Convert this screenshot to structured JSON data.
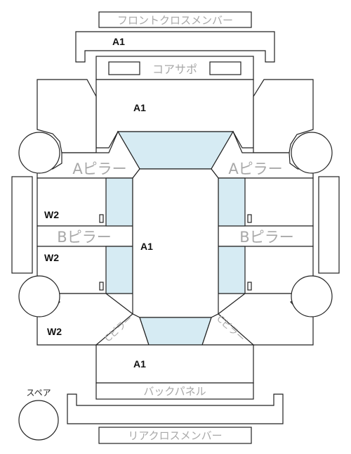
{
  "labels": {
    "front_cross_member": "フロントクロスメンバー",
    "rear_cross_member": "リアクロスメンバー",
    "core_support": "コアサポ",
    "back_panel": "バックパネル",
    "a_pillar_left": "Aピラー",
    "a_pillar_right": "Aピラー",
    "b_pillar_left": "Bピラー",
    "b_pillar_right": "Bピラー",
    "c_pillar_left": "Cピラー",
    "c_pillar_right": "Cピラー",
    "spare": "スペア"
  },
  "grades": {
    "front_member": "A1",
    "hood": "A1",
    "roof": "A1",
    "trunk": "A1",
    "front_left_door": "W2",
    "rear_left_door": "W2",
    "rear_left_quarter": "W2"
  },
  "colors": {
    "glass": "#d6ebf3",
    "outline": "#222222",
    "pillar_text": "#a8a8a8"
  }
}
